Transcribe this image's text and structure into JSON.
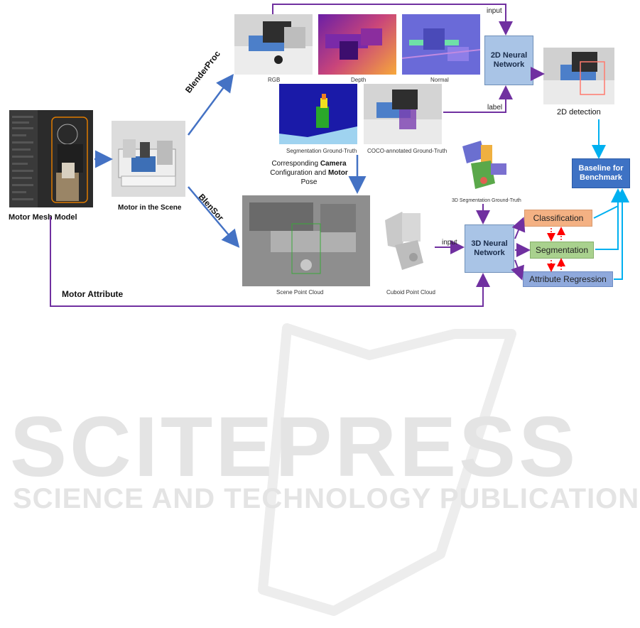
{
  "inputs": {
    "motor_mesh_model": "Motor Mesh Model",
    "motor_in_scene": "Motor in the Scene",
    "motor_attribute": "Motor Attribute"
  },
  "renderers": {
    "blenderproc": "BlenderProc",
    "blensor": "BlenSor"
  },
  "images_2d": {
    "rgb": "RGB",
    "depth": "Depth",
    "normal": "Normal",
    "segmentation_gt": "Segmentation Ground-Truth",
    "coco_gt": "COCO-annotated Ground-Truth"
  },
  "camera_note": {
    "line1_pre": "Corresponding ",
    "line1_bold": "Camera",
    "line2_pre": "Configuration and ",
    "line2_bold": "Motor",
    "line3": "Pose"
  },
  "data_3d": {
    "scene_point_cloud": "Scene Point Cloud",
    "cuboid_point_cloud": "Cuboid Point Cloud",
    "seg3d_gt": "3D Segmentation Ground-Truth"
  },
  "networks": {
    "nn2d_line1": "2D Neural",
    "nn2d_line2": "Network",
    "nn3d_line1": "3D Neural",
    "nn3d_line2": "Network",
    "input_label_top": "input",
    "label_label": "label",
    "input_label_3d": "input"
  },
  "outputs": {
    "detection_2d": "2D detection",
    "baseline_line1": "Baseline for",
    "baseline_line2": "Benchmark",
    "classification": "Classification",
    "segmentation": "Segmentation",
    "attribute_regression": "Attribute Regression"
  },
  "watermark": {
    "main": "SCITEPRESS",
    "sub": "SCIENCE AND TECHNOLOGY PUBLICATIONS"
  },
  "colors": {
    "blue_arrow": "#4472c4",
    "purple_arrow": "#7030a0",
    "cyan_arrow": "#00b0f0",
    "red_dotted": "#ff0000",
    "classification_fill": "#f4b183",
    "segmentation_fill": "#a9d18e",
    "attribute_fill": "#8fa9dc",
    "nn_fill": "#a9c4e6",
    "baseline_fill": "#3e72c4"
  }
}
